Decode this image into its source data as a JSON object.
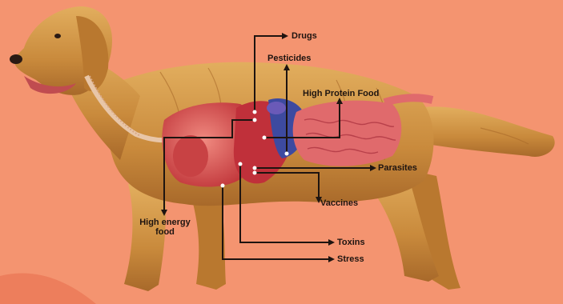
{
  "labels": {
    "drugs": "Drugs",
    "pesticides": "Pesticides",
    "high_protein_food": "High Protein Food",
    "parasites": "Parasites",
    "vaccines": "Vaccines",
    "high_energy_food": "High energy food",
    "toxins": "Toxins",
    "stress": "Stress"
  },
  "colors": {
    "background": "#f49470",
    "fur": "#d49a4a",
    "fur_dark": "#a8692a",
    "organ_red": "#d8484a",
    "intestine": "#e06a6c",
    "stomach_blue": "#3d4aa0",
    "leader_line": "#1e1410"
  }
}
